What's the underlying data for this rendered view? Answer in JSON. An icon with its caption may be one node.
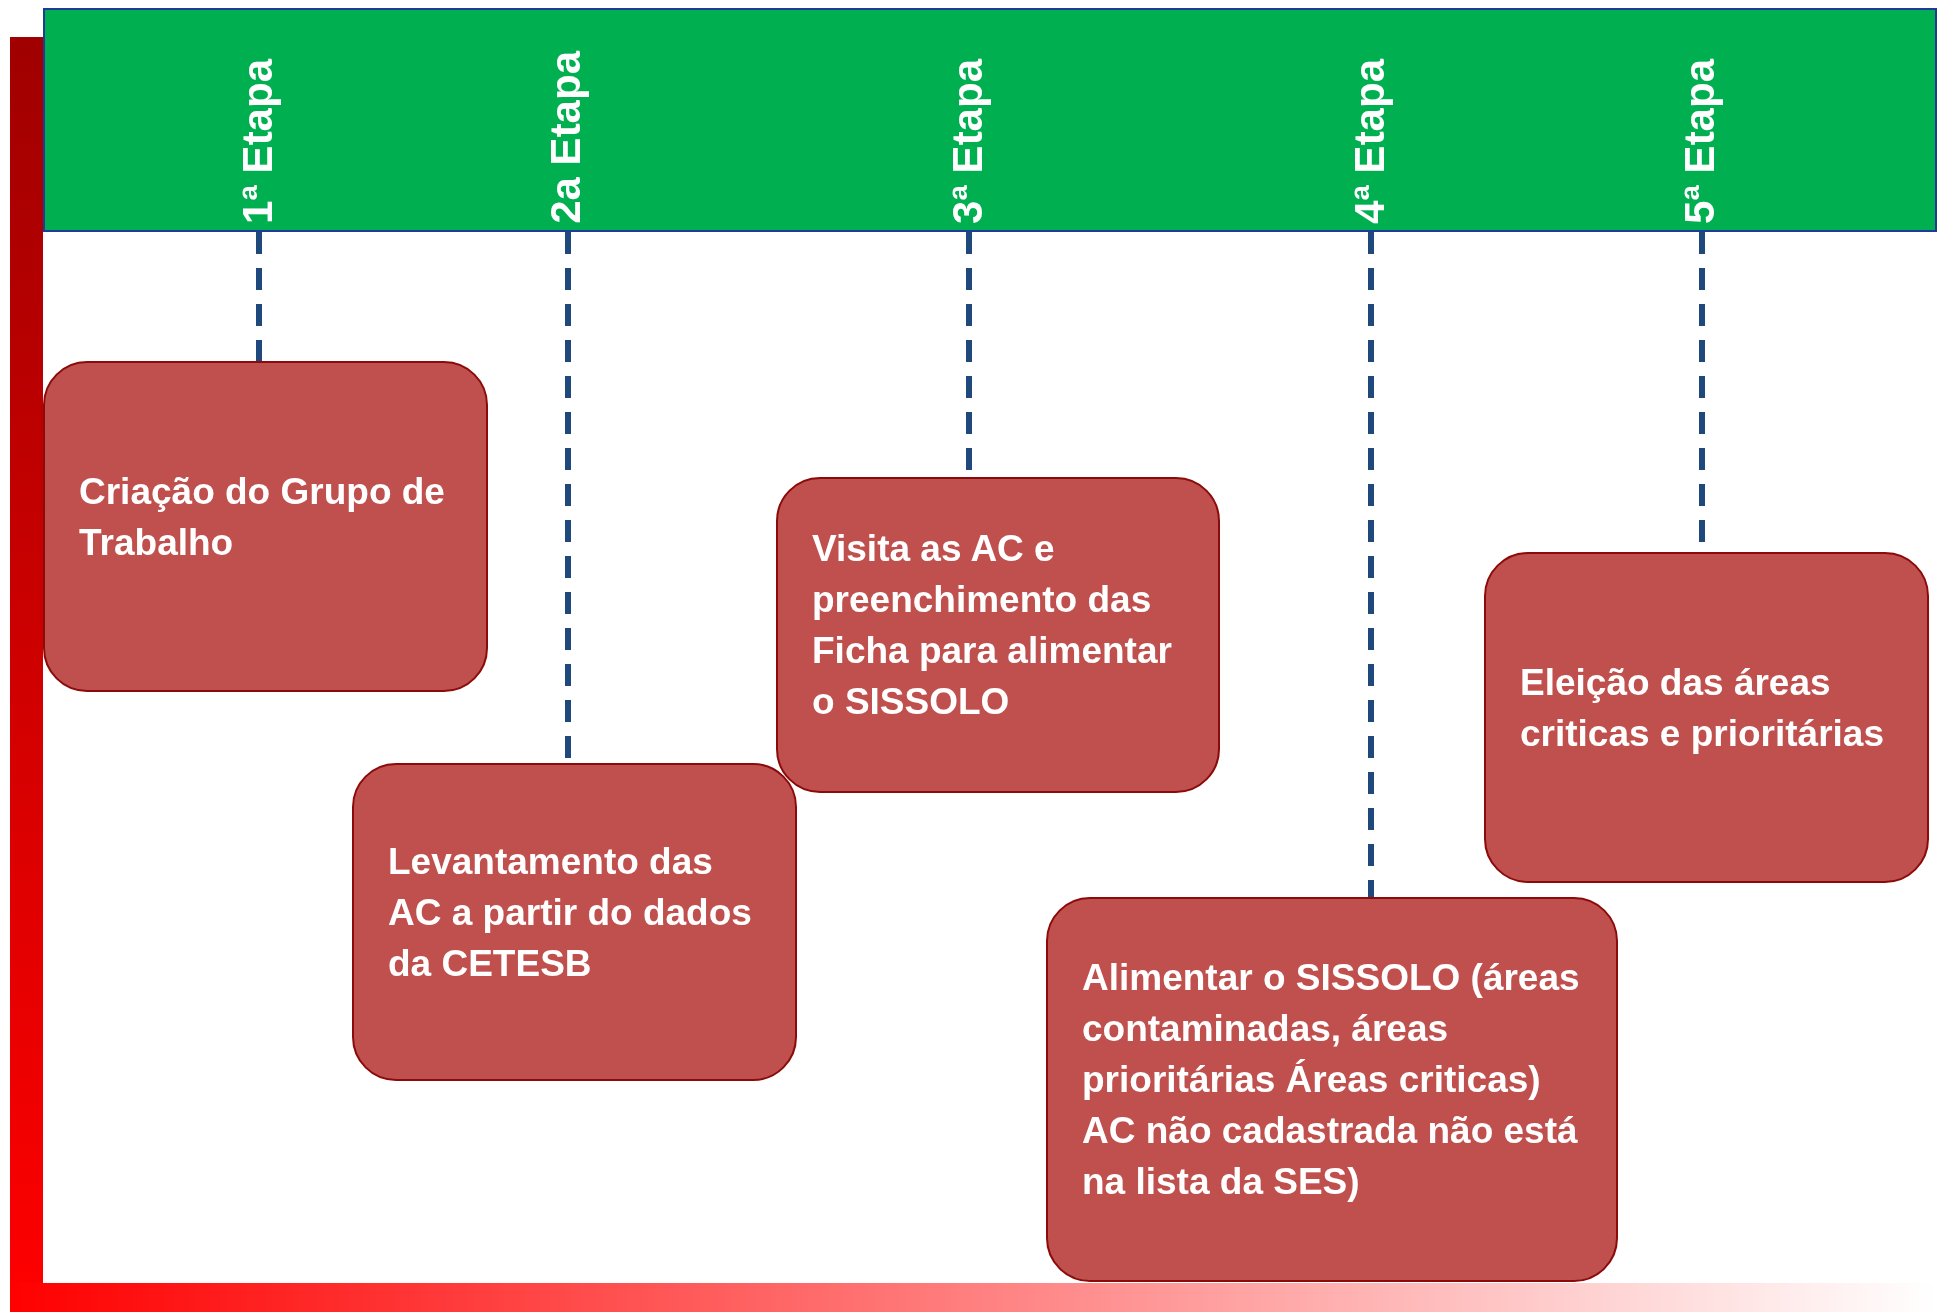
{
  "diagram": {
    "nodes": [
      {
        "text": [],
        "shape": "bar"
      },
      {
        "text": [
          "1ª Etapa"
        ],
        "in": 0
      },
      {
        "text": [
          "2a Etapa"
        ],
        "in": 0
      },
      {
        "text": [
          "3ª Etapa"
        ],
        "in": 0
      },
      {
        "text": [
          "4ª Etapa"
        ],
        "in": 0
      },
      {
        "text": [
          "5ª Etapa"
        ],
        "in": 0
      },
      {
        "text": [
          "Criação do Grupo de Trabalho"
        ]
      },
      {
        "text": [
          "Levantamento das AC a partir do dados da CETESB"
        ]
      },
      {
        "text": [
          "Visita as AC e preenchimento das Ficha para alimentar o SISSOLO"
        ]
      },
      {
        "text": [
          "Alimentar o SISSOLO (áreas contaminadas, áreas prioritárias Áreas criticas) AC não cadastrada não está na lista da SES)"
        ]
      },
      {
        "text": [
          "Eleição das áreas criticas e prioritárias"
        ]
      }
    ],
    "edges": [
      {
        "from": 1,
        "to": 6,
        "arrow": "none",
        "style": "dashed"
      },
      {
        "from": 2,
        "to": 7,
        "arrow": "none",
        "style": "dashed"
      },
      {
        "from": 3,
        "to": 8,
        "arrow": "none",
        "style": "dashed"
      },
      {
        "from": 4,
        "to": 9,
        "arrow": "none",
        "style": "dashed"
      },
      {
        "from": 5,
        "to": 10,
        "arrow": "none",
        "style": "dashed"
      }
    ]
  }
}
